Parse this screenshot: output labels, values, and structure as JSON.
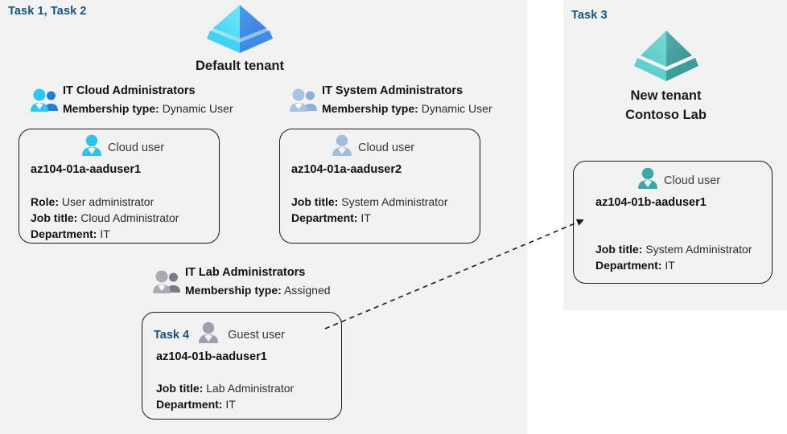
{
  "panels": {
    "default_tenant": {
      "task_label": "Task 1, Task 2",
      "tenant_name": "Default tenant",
      "tenant_icon": "azure-ad-tenant-icon",
      "tenant_color_light": "#4FD8F5",
      "tenant_color_dark": "#3F8FE8"
    },
    "new_tenant": {
      "task_label": "Task 3",
      "tenant_name_line1": "New  tenant",
      "tenant_name_line2": "Contoso Lab",
      "tenant_icon": "azure-ad-tenant-icon",
      "tenant_color_light": "#5FCFCB",
      "tenant_color_dark": "#3E9D9B"
    }
  },
  "groups": [
    {
      "id": "it-cloud-administrators",
      "title": "IT Cloud Administrators",
      "sub_label": "Membership type:",
      "sub_value": "Dynamic User",
      "icon": "group-users-icon",
      "icon_color": "#20BBE8"
    },
    {
      "id": "it-system-administrators",
      "title": "IT System Administrators",
      "sub_label": "Membership type:",
      "sub_value": "Dynamic User",
      "icon": "group-users-icon",
      "icon_color": "#9DBCDE"
    },
    {
      "id": "it-lab-administrators",
      "title": "IT Lab Administrators",
      "sub_label": "Membership type:",
      "sub_value": "Assigned",
      "icon": "group-users-icon",
      "icon_color": "#9B9BAA"
    }
  ],
  "cards": [
    {
      "id": "az104-01a-aaduser1",
      "task": "",
      "kind": "Cloud user",
      "icon": "cloud-user-icon",
      "icon_color": "#29C3EE",
      "username": "az104-01a-aaduser1",
      "attrs": [
        {
          "label": "Role:",
          "value": "User administrator"
        },
        {
          "label": "Job title:",
          "value": "Cloud Administrator"
        },
        {
          "label": "Department:",
          "value": "IT"
        }
      ]
    },
    {
      "id": "az104-01a-aaduser2",
      "task": "",
      "kind": "Cloud user",
      "icon": "cloud-user-icon",
      "icon_color": "#A3BEDC",
      "username": "az104-01a-aaduser2",
      "attrs": [
        {
          "label": "Job title:",
          "value": "System Administrator"
        },
        {
          "label": "Department:",
          "value": "IT"
        }
      ]
    },
    {
      "id": "az104-01b-aaduser1-guest",
      "task": "Task 4",
      "kind": "Guest user",
      "icon": "guest-user-icon",
      "icon_color": "#9E9EAE",
      "username": "az104-01b-aaduser1",
      "attrs": [
        {
          "label": "Job title:",
          "value": "Lab Administrator"
        },
        {
          "label": "Department:",
          "value": "IT"
        }
      ]
    },
    {
      "id": "az104-01b-aaduser1-cloud",
      "task": "",
      "kind": "Cloud user",
      "icon": "cloud-user-icon",
      "icon_color": "#3BA8A5",
      "username": "az104-01b-aaduser1",
      "attrs": [
        {
          "label": "Job title:",
          "value": "System Administrator"
        },
        {
          "label": "Department:",
          "value": "IT"
        }
      ]
    }
  ],
  "connector": {
    "name": "guest-invite-arrow",
    "style": "dashed",
    "color": "#1a1a1a"
  }
}
